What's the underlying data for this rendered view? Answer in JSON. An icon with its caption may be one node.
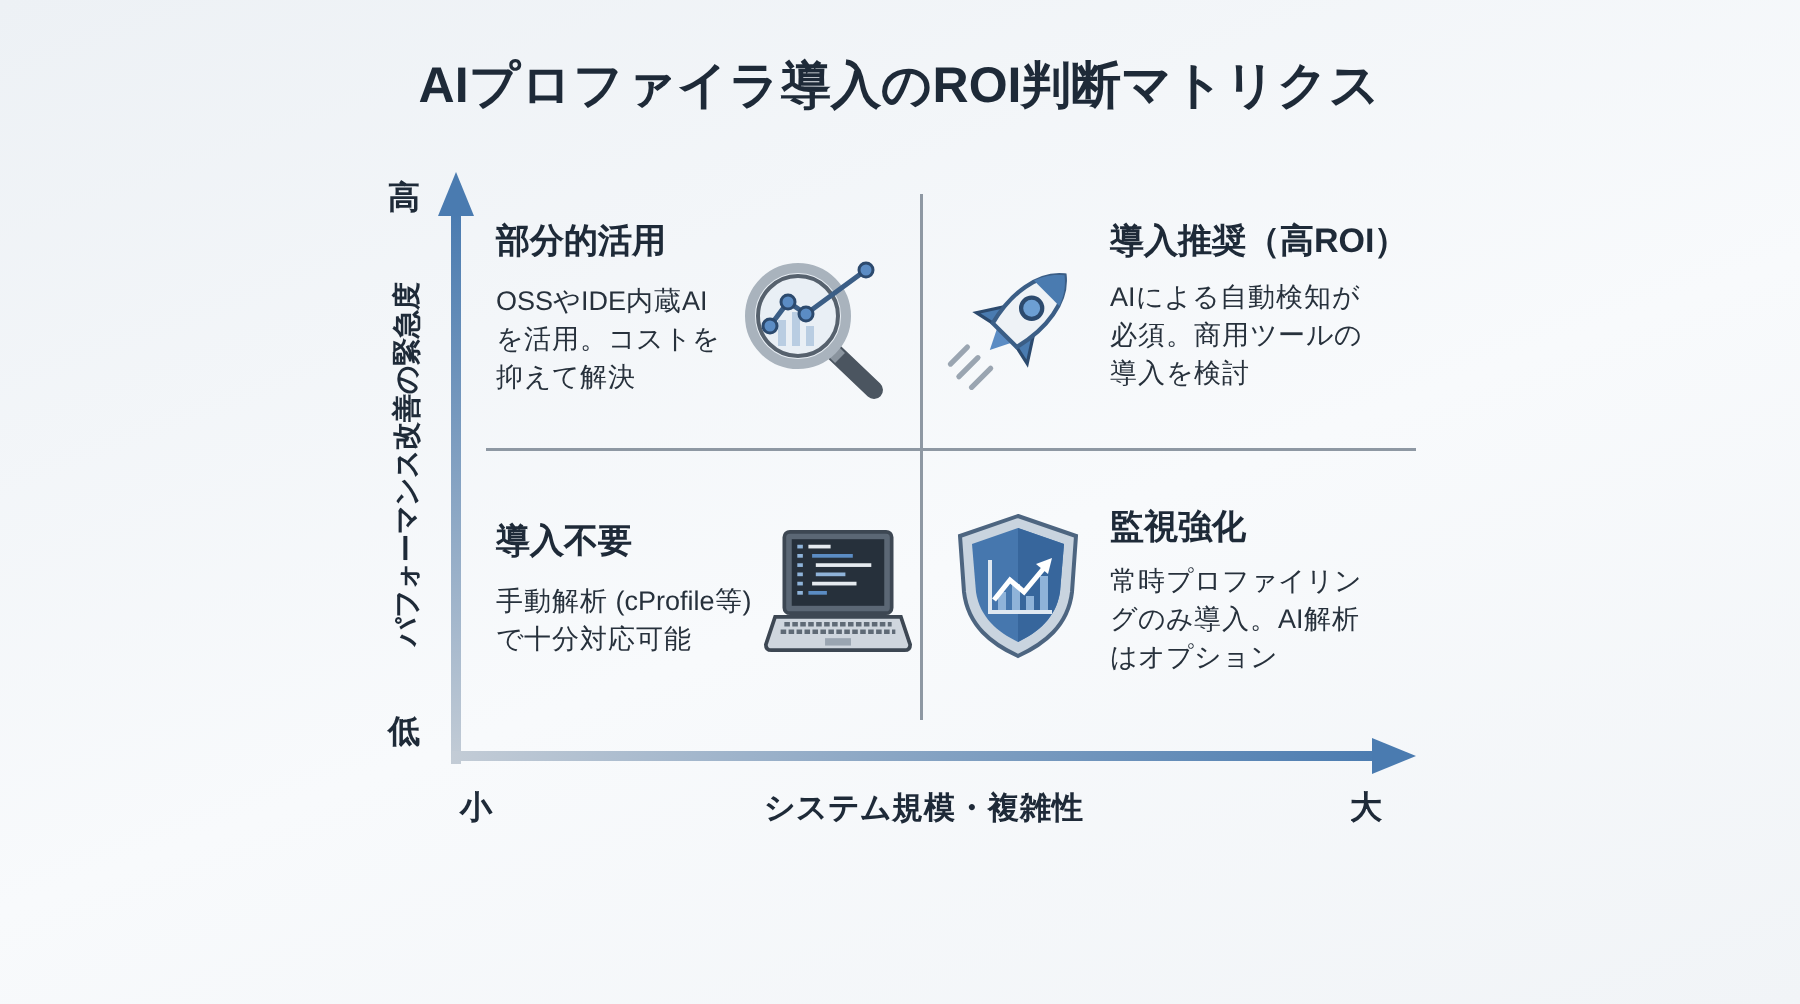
{
  "diagram": {
    "title": "AIプロファイラ導入のROI判断マトリクス",
    "nodes": [
      {
        "text": [
          "部分的活用",
          "OSSやIDE内蔵AIを活用。コストを抑えて解決"
        ]
      },
      {
        "text": [
          "導入推奨（高ROI）",
          "AIによる自動検知が必須。商用ツールの導入を検討"
        ]
      },
      {
        "text": [
          "導入不要",
          "手動解析 (cProfile等)で十分対応可能"
        ]
      },
      {
        "text": [
          "監視強化",
          "常時プロファイリングのみ導入。AI解析はオプション"
        ]
      }
    ],
    "labels": [
      "高",
      "パフォーマンス改善の緊急度",
      "低",
      "小",
      "システム規模・複雑性",
      "大"
    ]
  }
}
